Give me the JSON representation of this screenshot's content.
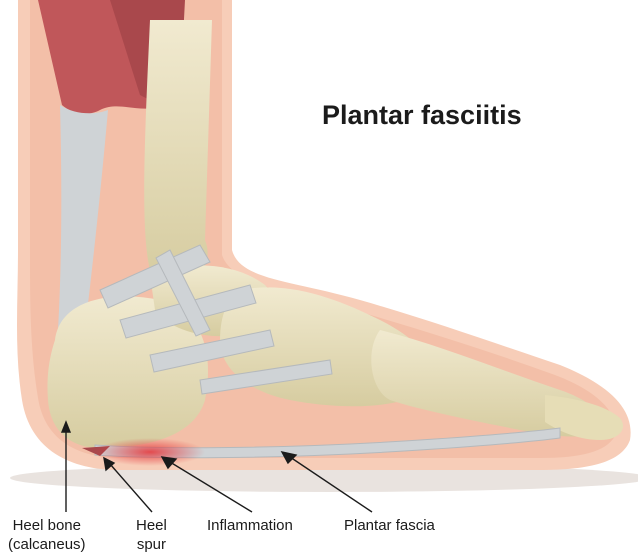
{
  "title": "Plantar fasciitis",
  "labels": {
    "heel_bone": {
      "line1": "Heel bone",
      "line2": "(calcaneus)"
    },
    "heel_spur": {
      "line1": "Heel",
      "line2": "spur"
    },
    "inflammation": "Inflammation",
    "plantar_fascia": "Plantar fascia"
  },
  "colors": {
    "skin": "#f7cdb8",
    "bone": "#e6ddb6",
    "muscle": "#c0575a",
    "tendon": "#cfd3d6",
    "inflammation": "#e53b3f",
    "text": "#1b1b1b"
  }
}
